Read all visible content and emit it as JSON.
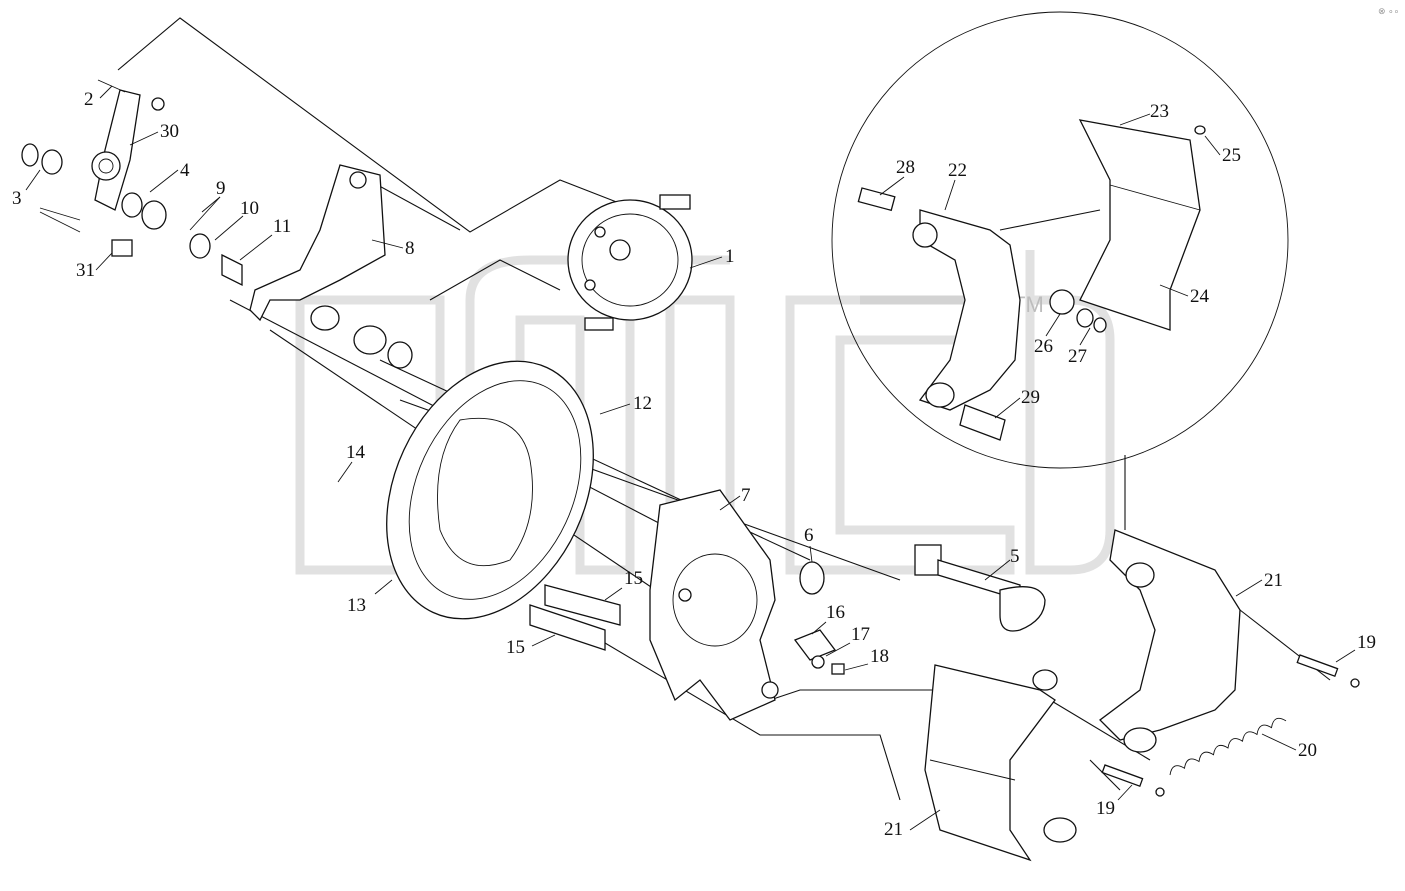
{
  "diagram": {
    "callouts": [
      "1",
      "2",
      "3",
      "4",
      "5",
      "6",
      "7",
      "8",
      "9",
      "10",
      "11",
      "12",
      "13",
      "14",
      "15",
      "15",
      "16",
      "17",
      "18",
      "19",
      "19",
      "20",
      "21",
      "21",
      "22",
      "23",
      "24",
      "25",
      "26",
      "27",
      "28",
      "29",
      "30",
      "31"
    ],
    "watermark_mark": "TM"
  }
}
